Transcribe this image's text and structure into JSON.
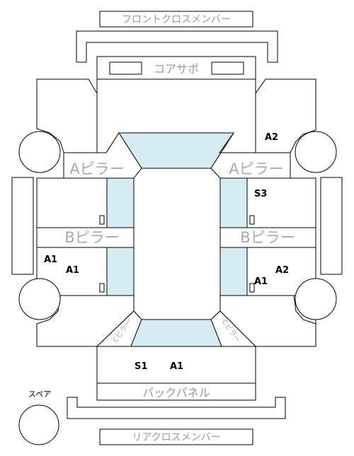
{
  "labels": {
    "front_cross_member": "フロントクロスメンバー",
    "core_support": "コアサポ",
    "a_pillar_left": "Aピラー",
    "a_pillar_right": "Aピラー",
    "b_pillar_left": "Bピラー",
    "b_pillar_right": "Bピラー",
    "back_panel": "バックパネル",
    "rear_cross_member": "リアクロスメンバー",
    "spare": "スペア",
    "c_pillar_left": "Cピラー",
    "c_pillar_right": "Cピラー"
  },
  "marks": {
    "right_front_fender": "A2",
    "right_front_door": "S3",
    "left_rear_door_1": "A1",
    "left_rear_door_2": "A1",
    "right_rear_door_1": "A2",
    "right_rear_door_2": "A1",
    "trunk_1": "S1",
    "trunk_2": "A1"
  },
  "colors": {
    "glass": "#d6ecf3",
    "outline": "#000000",
    "label_gray": "#aaaaaa"
  }
}
